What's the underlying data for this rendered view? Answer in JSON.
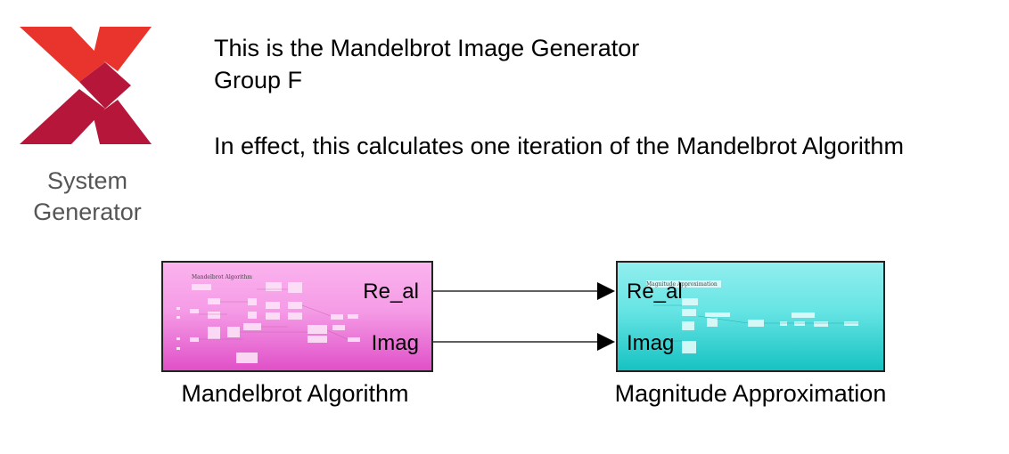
{
  "logo": {
    "icon": "xilinx-logo-icon",
    "caption_line1": "System",
    "caption_line2": "Generator",
    "colors": {
      "top": "#e8342c",
      "bottom": "#b5163a"
    }
  },
  "annotation": {
    "line1": "This is the Mandelbrot Image Generator",
    "line2": "Group F",
    "line3": "In effect, this calculates one iteration of the Mandelbrot Algorithm"
  },
  "blocks": {
    "mandelbrot": {
      "name": "Mandelbrot Algorithm",
      "thumbnail_title": "Mandelbrot Algorithm",
      "outputs": [
        "Re_al",
        "Imag"
      ],
      "color": "#f59be6"
    },
    "magnitude": {
      "name": "Magnitude Approximation",
      "thumbnail_title": "Magnitude Approximation",
      "inputs": [
        "Re_al",
        "Imag"
      ],
      "color": "#66e4e4"
    }
  },
  "connections": [
    {
      "from": "Mandelbrot Algorithm.Re_al",
      "to": "Magnitude Approximation.Re_al"
    },
    {
      "from": "Mandelbrot Algorithm.Imag",
      "to": "Magnitude Approximation.Imag"
    }
  ]
}
